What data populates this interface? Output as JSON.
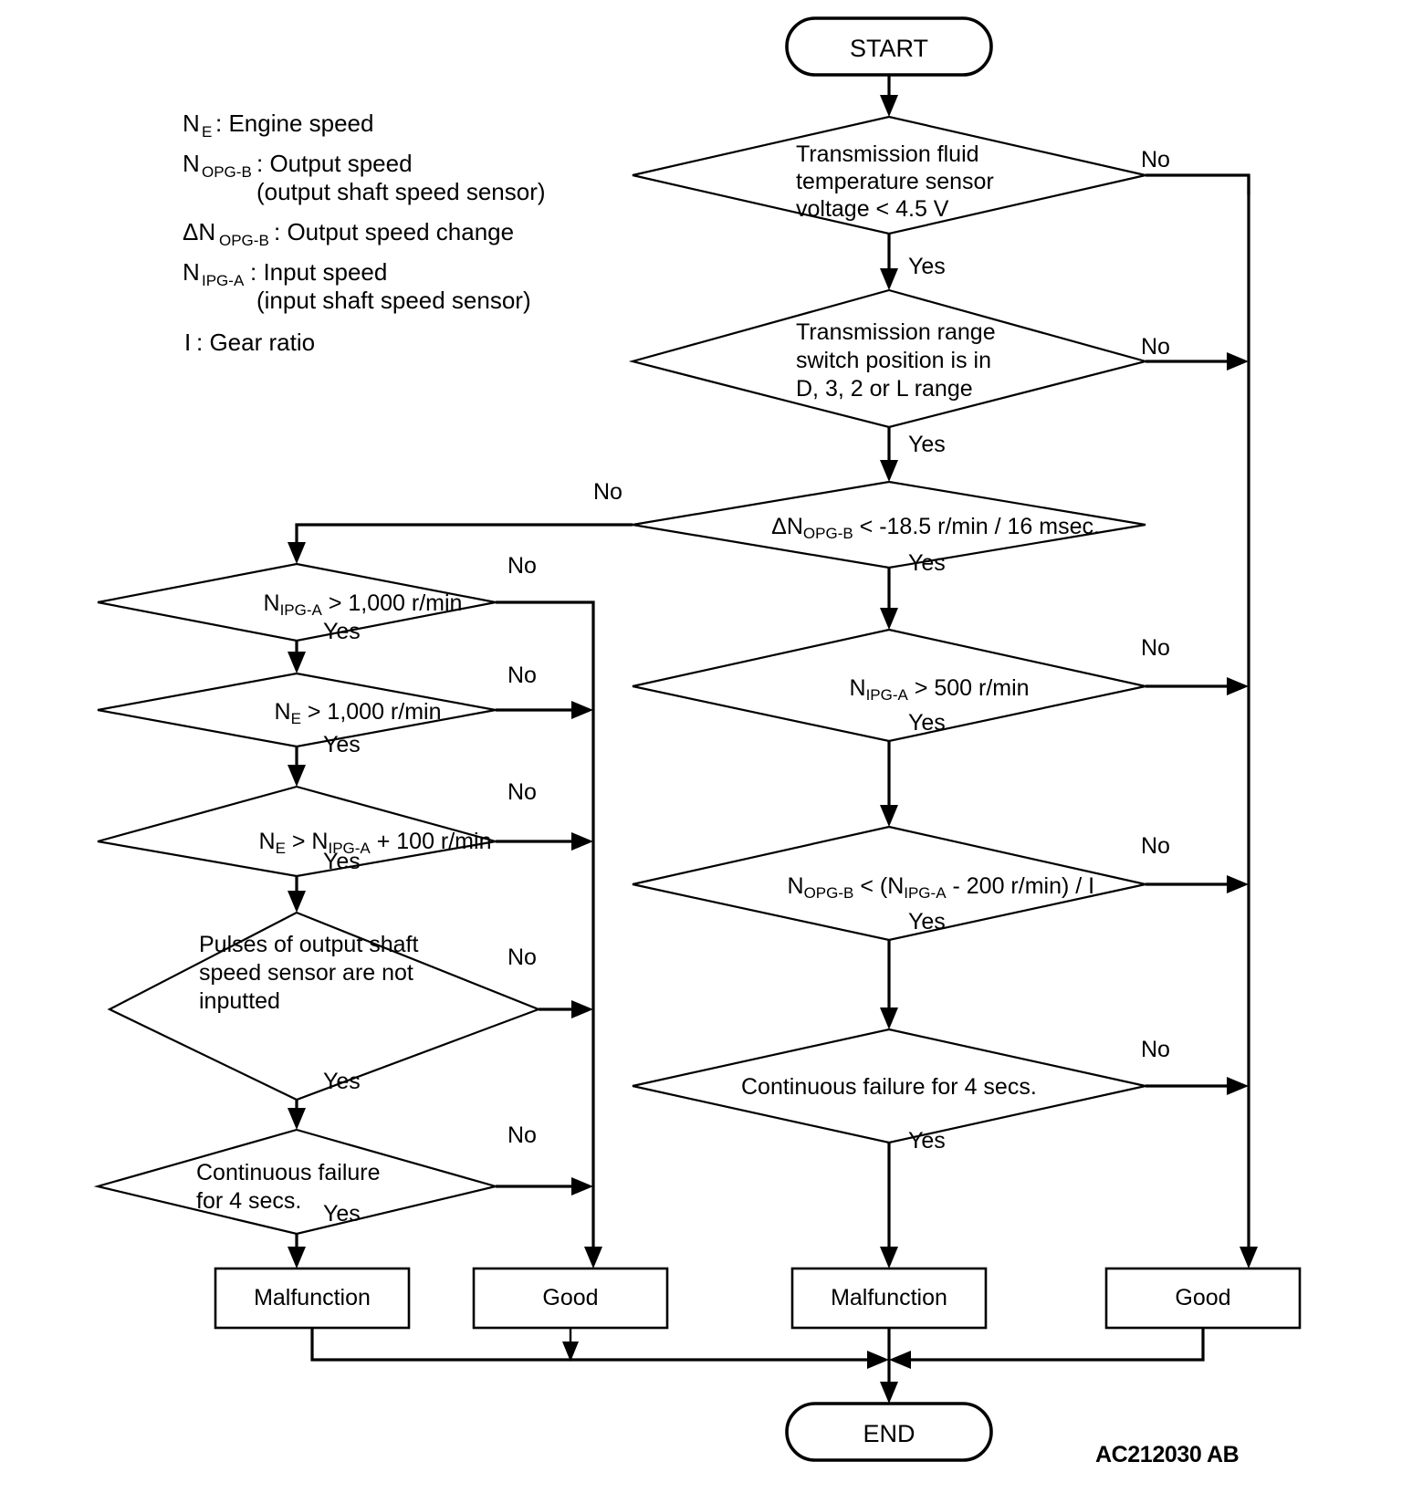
{
  "diagram": {
    "title_code": "AC212030 AB",
    "legend": [
      {
        "symbol": "N",
        "sub": "E",
        "definition": ": Engine speed",
        "cont": ""
      },
      {
        "symbol": "N",
        "sub": "OPG-B",
        "definition": ": Output speed",
        "cont": "(output shaft speed sensor)"
      },
      {
        "symbol": "ΔN",
        "sub": "OPG-B",
        "definition": ": Output speed change",
        "cont": ""
      },
      {
        "symbol": "N",
        "sub": "IPG-A",
        "definition": ": Input speed",
        "cont": "(input shaft speed sensor)"
      },
      {
        "symbol": "I",
        "sub": "",
        "definition": ": Gear ratio",
        "cont": ""
      }
    ],
    "terminals": {
      "start": "START",
      "end": "END"
    },
    "branch_labels": {
      "yes": "Yes",
      "no": "No"
    },
    "nodes": {
      "fluid_temp": {
        "lines": [
          "Transmission fluid",
          "temperature sensor",
          "voltage < 4.5 V"
        ],
        "yes": "Yes",
        "no": "No"
      },
      "range_switch": {
        "lines": [
          "Transmission range",
          "switch position is in",
          "D, 3, 2 or L range"
        ],
        "yes": "Yes",
        "no": "No"
      },
      "delta_nopgb": {
        "text_pre": "ΔN",
        "text_sub": "OPG-B",
        "text_post": " < -18.5 r/min / 16 msec.",
        "yes": "Yes",
        "no": "No"
      },
      "nipga_500": {
        "text_pre": "N",
        "text_sub": "IPG-A",
        "text_post": " > 500 r/min",
        "yes": "Yes",
        "no": "No"
      },
      "nopgb_ratio": {
        "text_pre": "N",
        "text_sub": "OPG-B",
        "text_mid": " < (N",
        "text_sub2": "IPG-A",
        "text_post": " - 200 r/min) / I",
        "yes": "Yes",
        "no": "No"
      },
      "cont_failure_right": {
        "lines": [
          "Continuous failure for 4 secs."
        ],
        "yes": "Yes",
        "no": "No"
      },
      "nipga_1000": {
        "text_pre": "N",
        "text_sub": "IPG-A",
        "text_post": " > 1,000 r/min",
        "yes": "Yes",
        "no": "No"
      },
      "ne_1000": {
        "text_pre": "N",
        "text_sub": "E",
        "text_post": " > 1,000 r/min",
        "yes": "Yes",
        "no": "No"
      },
      "ne_nipga_100": {
        "text_pre": "N",
        "text_sub": "E",
        "text_mid": " > N",
        "text_sub2": "IPG-A",
        "text_post": " + 100 r/min",
        "yes": "Yes",
        "no": "No"
      },
      "pulses": {
        "lines": [
          "Pulses of output shaft",
          "speed sensor are not",
          "inputted"
        ],
        "yes": "Yes",
        "no": "No"
      },
      "cont_failure_left": {
        "lines": [
          "Continuous failure",
          "for 4 secs."
        ],
        "yes": "Yes",
        "no": "No"
      }
    },
    "results": {
      "malfunction_left": "Malfunction",
      "good_left": "Good",
      "malfunction_right": "Malfunction",
      "good_right": "Good"
    }
  }
}
